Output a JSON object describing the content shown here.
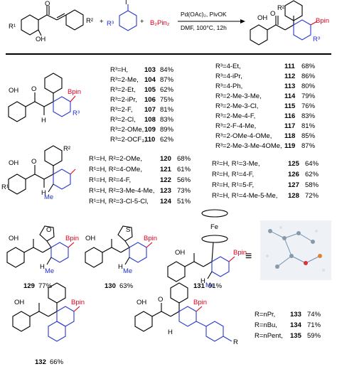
{
  "reaction": {
    "reagents_over": "Pd(OAc)₂, PivOK",
    "conditions_under": "DMF, 100°C, 12h",
    "plus": "+",
    "reactant_labels": [
      "R¹",
      "R²",
      "OH",
      "O",
      "R³",
      "I",
      "B₂Pin₂"
    ],
    "product_labels": [
      "R²",
      "OH",
      "O",
      "Bpin",
      "R³"
    ]
  },
  "block1": {
    "col1": [
      {
        "sub": "R³=H,",
        "id": "103",
        "yield": "84%"
      },
      {
        "sub": "R³=2-Me,",
        "id": "104",
        "yield": "87%"
      },
      {
        "sub": "R³=2-Et,",
        "id": "105",
        "yield": "62%"
      },
      {
        "sub": "R³=2-iPr,",
        "id": "106",
        "yield": "75%"
      },
      {
        "sub": "R³=2-F,",
        "id": "107",
        "yield": "81%"
      },
      {
        "sub": "R³=2-Cl,",
        "id": "108",
        "yield": "83%"
      },
      {
        "sub": "R³=2-OMe,",
        "id": "109",
        "yield": "89%"
      },
      {
        "sub": "R³=2-OCF₃,",
        "id": "110",
        "yield": "62%"
      }
    ],
    "col2": [
      {
        "sub": "R³=4-Et,",
        "id": "111",
        "yield": "68%"
      },
      {
        "sub": "R³=4-iPr,",
        "id": "112",
        "yield": "86%"
      },
      {
        "sub": "R³=4-Ph,",
        "id": "113",
        "yield": "80%"
      },
      {
        "sub": "R³=2-Me-3-Me,",
        "id": "114",
        "yield": "79%"
      },
      {
        "sub": "R³=2-Me-3-Cl,",
        "id": "115",
        "yield": "76%"
      },
      {
        "sub": "R³=2-Me-4-F,",
        "id": "116",
        "yield": "83%"
      },
      {
        "sub": "R³=2-F-4-Me,",
        "id": "117",
        "yield": "81%"
      },
      {
        "sub": "R³=2-OMe-4-OMe,",
        "id": "118",
        "yield": "85%"
      },
      {
        "sub": "R³=2-Me-3-Me-4OMe,",
        "id": "119",
        "yield": "87%"
      }
    ],
    "struct_labels": [
      "OH",
      "O",
      "H",
      "Bpin",
      "R³"
    ]
  },
  "block2": {
    "col1": [
      {
        "sub": "R¹=H, R²=2-OMe,",
        "id": "120",
        "yield": "68%"
      },
      {
        "sub": "R¹=H, R²=4-OMe,",
        "id": "121",
        "yield": "61%"
      },
      {
        "sub": "R¹=H, R²=4-F,",
        "id": "122",
        "yield": "56%"
      },
      {
        "sub": "R¹=H, R²=3-Me-4-Me,",
        "id": "123",
        "yield": "73%"
      },
      {
        "sub": "R¹=H, R²=3-Cl-5-Cl,",
        "id": "124",
        "yield": "51%"
      }
    ],
    "col2": [
      {
        "sub": "R²=H, R¹=3-Me,",
        "id": "125",
        "yield": "64%"
      },
      {
        "sub": "R²=H, R¹=4-F,",
        "id": "126",
        "yield": "62%"
      },
      {
        "sub": "R²=H, R¹=5-F,",
        "id": "127",
        "yield": "58%"
      },
      {
        "sub": "R²=H, R¹=4-Me-5-Me,",
        "id": "128",
        "yield": "72%"
      }
    ],
    "struct_labels": [
      "R²",
      "OH",
      "O",
      "R¹",
      "H",
      "Me"
    ]
  },
  "block3": {
    "items": [
      {
        "id": "129",
        "yield": "77%"
      },
      {
        "id": "130",
        "yield": "63%"
      },
      {
        "id": "131",
        "yield": "91%"
      }
    ],
    "struct_labels": [
      "O",
      "OH",
      "Bpin",
      "H",
      "Me",
      "S",
      "Fe",
      "≡"
    ]
  },
  "block4": {
    "items": [
      {
        "id": "132",
        "yield": "66%"
      }
    ],
    "subs": [
      {
        "sub": "R=nPr,",
        "id": "133",
        "yield": "74%"
      },
      {
        "sub": "R=nBu,",
        "id": "134",
        "yield": "71%"
      },
      {
        "sub": "R=nPent,",
        "id": "135",
        "yield": "59%"
      }
    ],
    "struct_labels": [
      "OH",
      "O",
      "Bpin",
      "H",
      "R"
    ]
  },
  "colors": {
    "bpin": "#e0001b",
    "aryl": "#2030c8",
    "text": "#000000"
  }
}
